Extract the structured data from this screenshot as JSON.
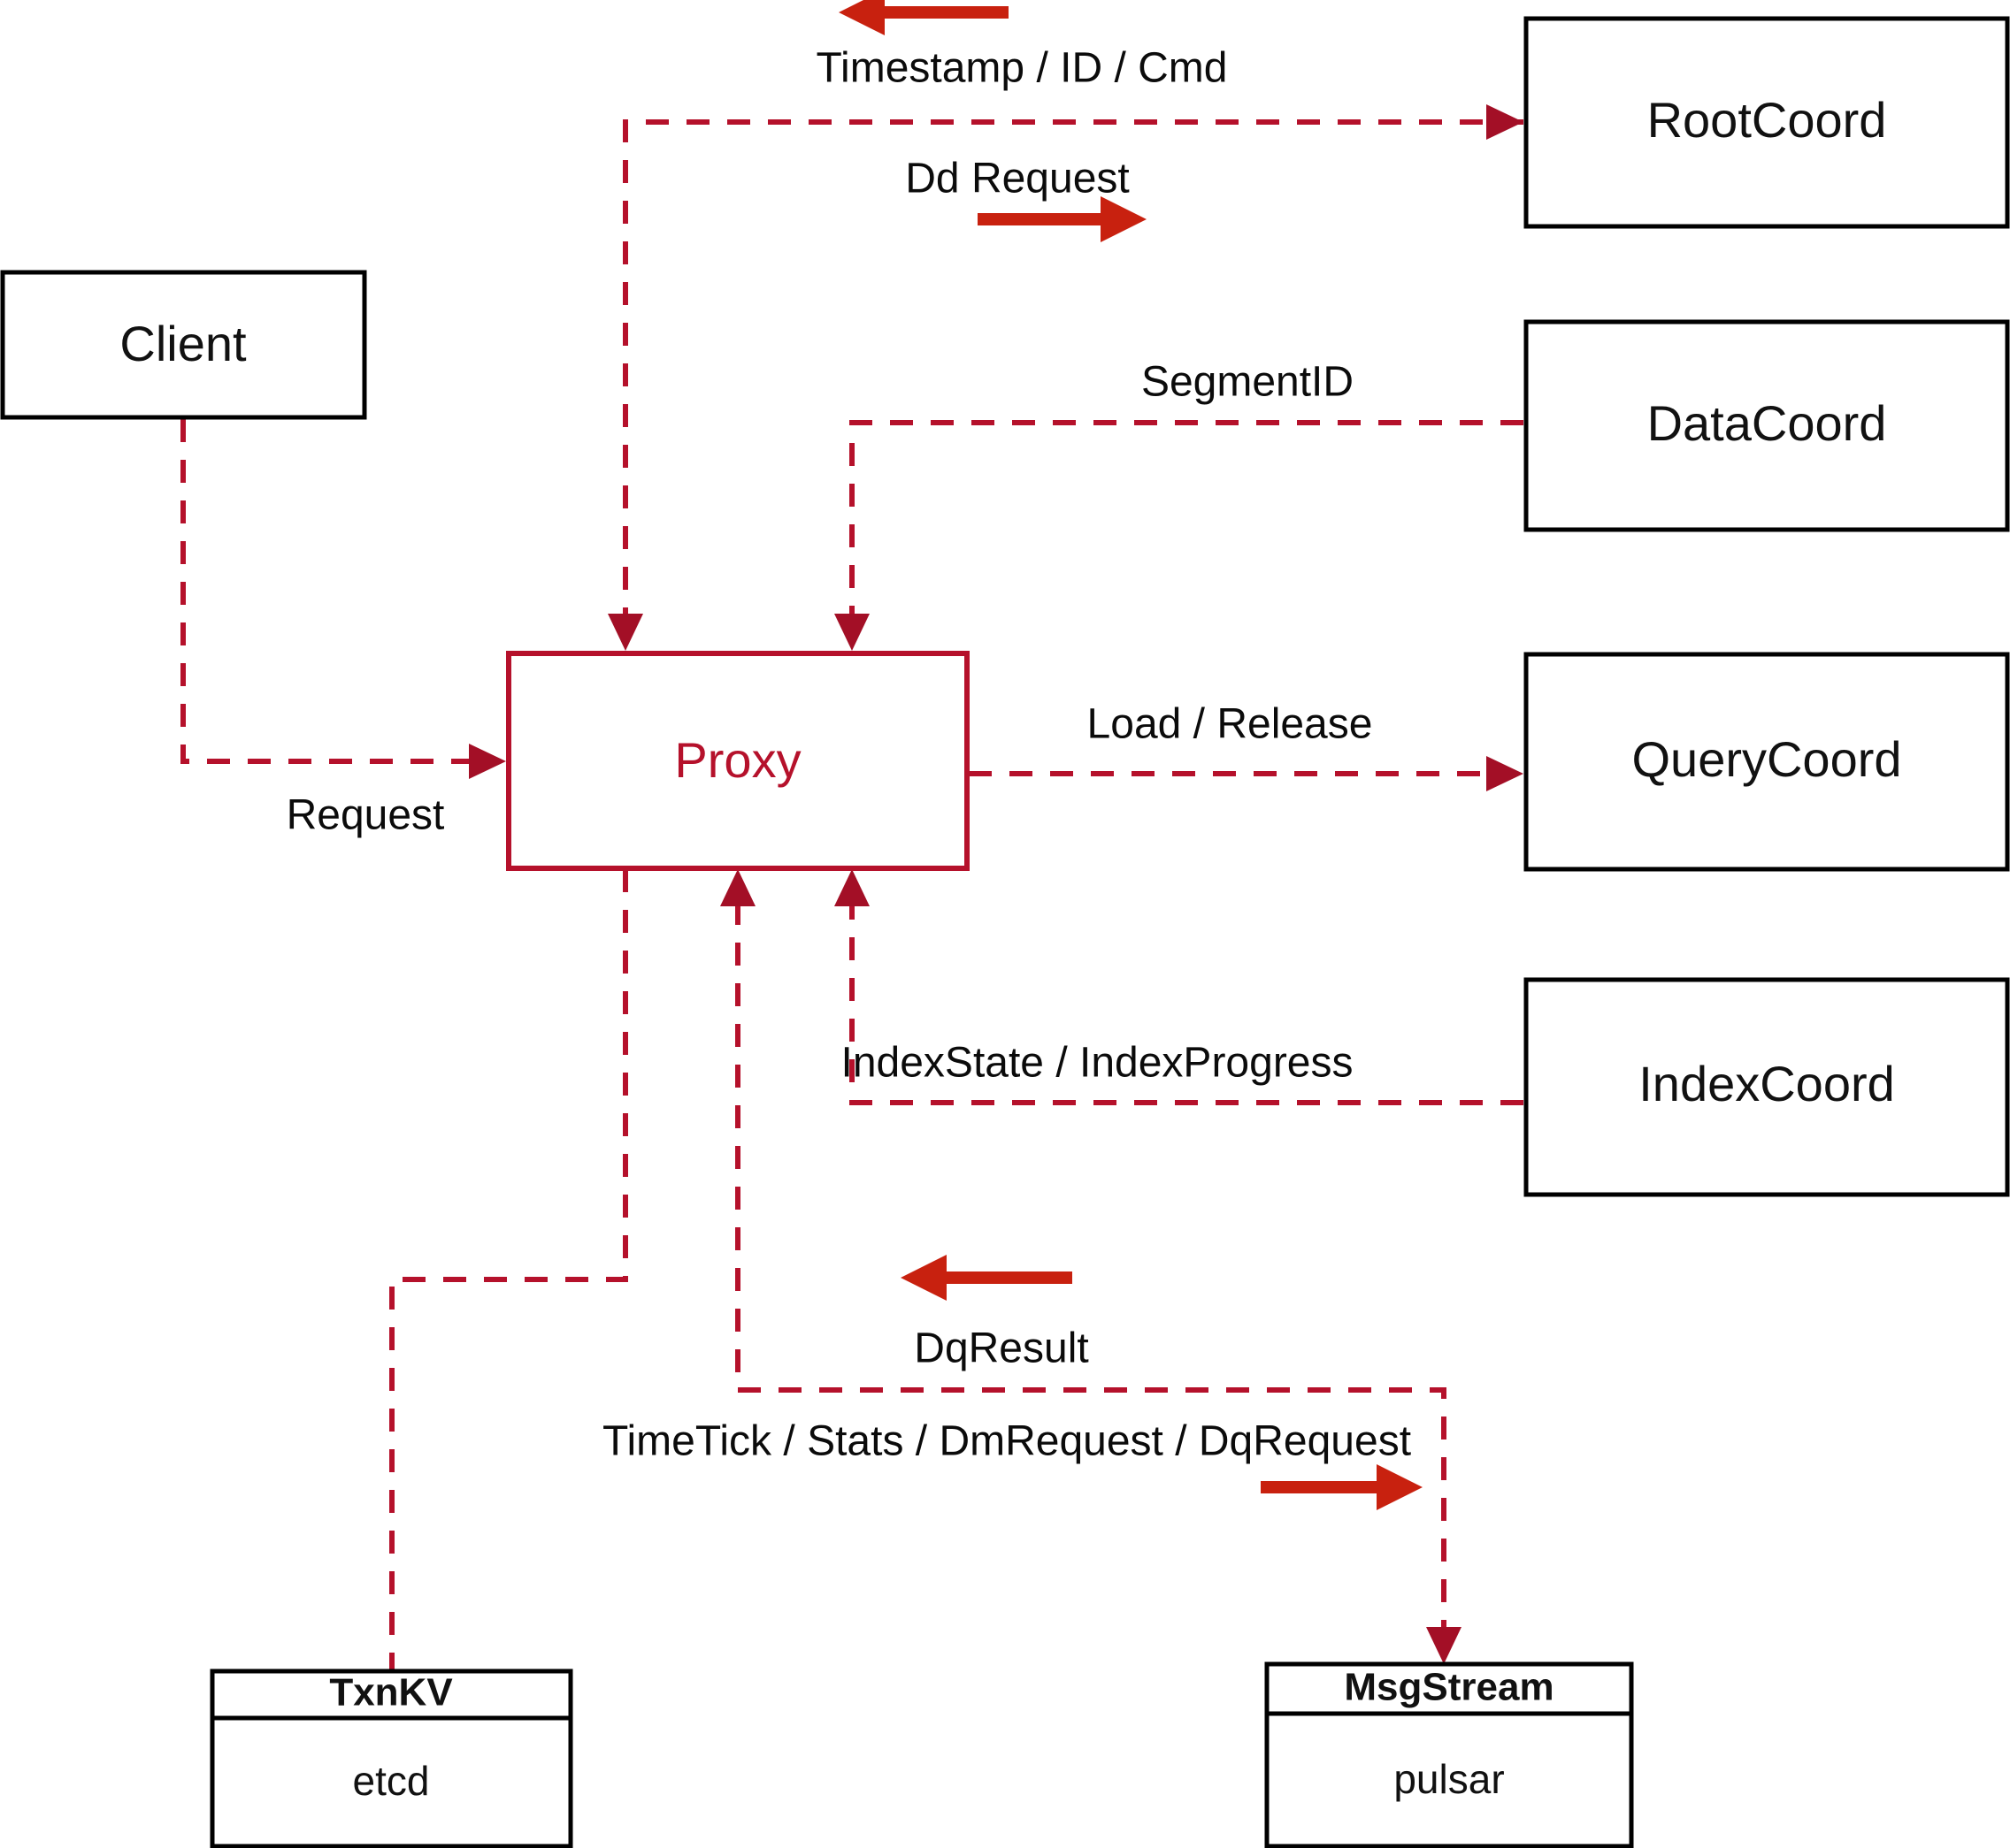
{
  "diagram": {
    "title": "Proxy component interaction diagram",
    "colors": {
      "accent": "#B5112B",
      "arrow": "#C8210F",
      "box_stroke": "#000000",
      "background": "#FFFFFF"
    },
    "nodes": [
      {
        "id": "client",
        "label": "Client"
      },
      {
        "id": "proxy",
        "label": "Proxy"
      },
      {
        "id": "rootcoord",
        "label": "RootCoord"
      },
      {
        "id": "datacoord",
        "label": "DataCoord"
      },
      {
        "id": "querycoord",
        "label": "QueryCoord"
      },
      {
        "id": "indexcoord",
        "label": "IndexCoord"
      },
      {
        "id": "txnkv",
        "label": "TxnKV",
        "sub": "etcd"
      },
      {
        "id": "msgstream",
        "label": "MsgStream",
        "sub": "pulsar"
      }
    ],
    "edge_labels": {
      "timestamp_id_cmd": "Timestamp / ID / Cmd",
      "dd_request": "Dd Request",
      "segment_id": "SegmentID",
      "request": "Request",
      "load_release": "Load / Release",
      "index_state_progress": "IndexState / IndexProgress",
      "dq_result": "DqResult",
      "timetick_stats": "TimeTick / Stats / DmRequest / DqRequest"
    }
  }
}
